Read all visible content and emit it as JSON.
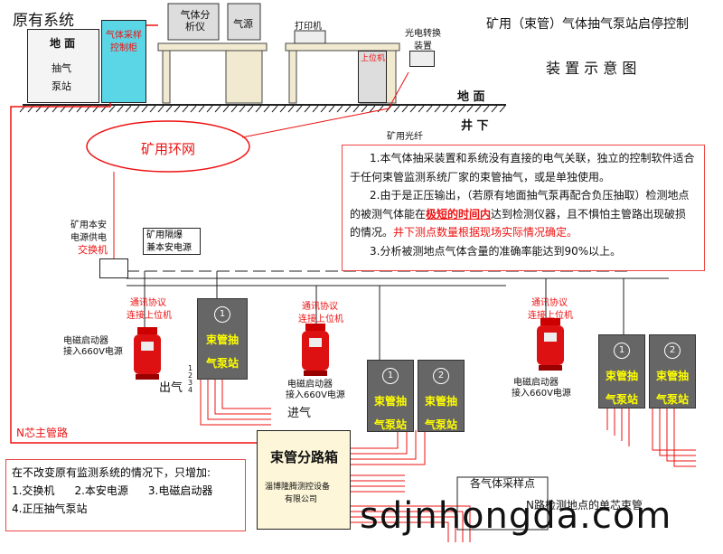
{
  "title": {
    "line1": "矿用（束管）气体抽气泵站启停控制",
    "line2": "装 置 示 意 图"
  },
  "existing_system": "原有系统",
  "ground_station": {
    "l1": "地 面",
    "l2": "抽气",
    "l3": "泵站"
  },
  "gas_cabinet": "气体采样控制柜",
  "analyzer": "气体分析仪",
  "gas_source": "气源",
  "printer": "打印机",
  "converter": {
    "l1": "光电转换",
    "l2": "装置"
  },
  "host": "上位机",
  "surface": "地 面",
  "underground": "井 下",
  "fiber": "矿用光纤",
  "ring_net": "矿用环网",
  "power_supply": {
    "l1": "矿用本安",
    "l2": "电源供电",
    "l3": "交换机"
  },
  "isolated_power": {
    "l1": "矿用隔爆",
    "l2": "兼本安电源"
  },
  "comm": {
    "l1": "通讯协议",
    "l2": "连接上位机"
  },
  "starter_label": {
    "l1": "电磁启动器",
    "l2": "接入660V电源"
  },
  "pump_name": "束管抽气泵站",
  "pump_numbers": [
    "1",
    "2"
  ],
  "outlet": "出气",
  "inlet": "进气",
  "port_numbers": [
    "1",
    "2",
    "3",
    "4"
  ],
  "main_pipe": "N芯主管路",
  "branch_box": {
    "name": "束管分路箱",
    "company1": "淄博隆腾测控设备",
    "company2": "有限公司"
  },
  "sampling_points": "各气体采样点",
  "n_points": "N路检测地点的单芯束管",
  "notes": [
    "1.本气体抽采装置和系统没有直接的电气关联，独立的控制软件适合于任何束管监测系统厂家的束管抽气，或是单独使用。",
    "2.由于是正压输出，（若原有地面抽气泵再配合负压抽取）检测地点的被测气体能在",
    "极短的时间内",
    "达到检测仪器，且不惧怕主管路出现破损的情况。",
    "井下测点数量根据现场实际情况确定。",
    "3.分析被测地点气体含量的准确率能达到90%以上。"
  ],
  "additions": {
    "title": "在不改变原有监测系统的情况下，只增加:",
    "i1": "1.交换机",
    "i2": "2.本安电源",
    "i3": "3.电磁启动器",
    "i4": "4.正压抽气泵站"
  },
  "watermark": "sdjnhongda.com",
  "colors": {
    "red": "#e11",
    "cabinet": "#666",
    "cyan": "#5ad6e6",
    "yellow": "#ff0"
  }
}
